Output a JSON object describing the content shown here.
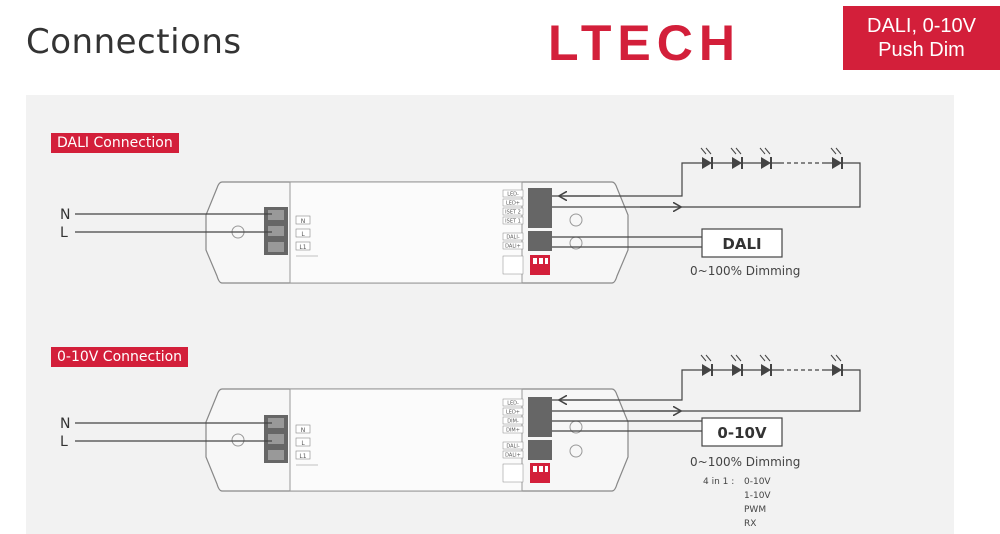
{
  "header": {
    "title": "Connections",
    "brand": "LTECH",
    "mode_line1": "DALI, 0-10V",
    "mode_line2": "Push Dim"
  },
  "colors": {
    "accent": "#d31f3a",
    "panel": "#f2f2f2",
    "line": "#444444"
  },
  "dali_section": {
    "label": "DALI Connection",
    "input_n": "N",
    "input_l": "L",
    "terminal_left": [
      "N",
      "L",
      "L1"
    ],
    "terminal_right_top": [
      "LED-",
      "LED+",
      "ISET 2",
      "ISET 1"
    ],
    "terminal_right_bottom": [
      "DALI-",
      "DALI+"
    ],
    "control_box": "DALI",
    "dimming": "0~100% Dimming"
  },
  "v010_section": {
    "label": "0-10V Connection",
    "input_n": "N",
    "input_l": "L",
    "terminal_left": [
      "N",
      "L",
      "L1"
    ],
    "terminal_right_top": [
      "LED-",
      "LED+",
      "DIM-",
      "DIM+"
    ],
    "terminal_right_bottom": [
      "DALI-",
      "DALI+"
    ],
    "control_box": "0-10V",
    "dimming": "0~100% Dimming",
    "four_in_one_label": "4 in 1 :",
    "modes": [
      "0-10V",
      "1-10V",
      "PWM",
      "RX"
    ]
  }
}
